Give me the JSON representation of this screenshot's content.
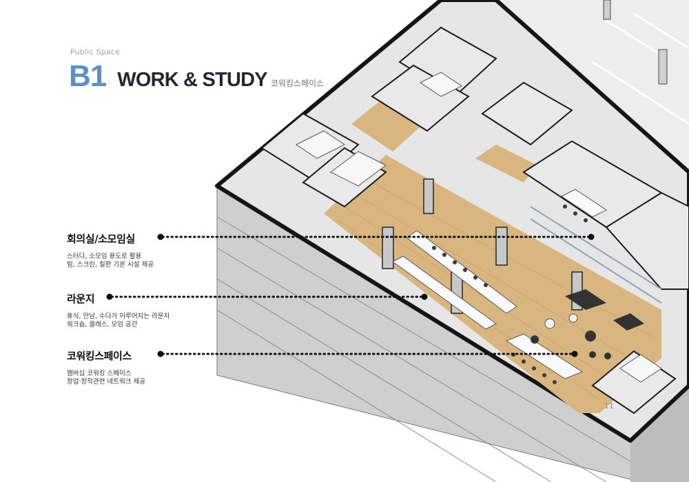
{
  "header": {
    "eyebrow": "Public Space",
    "level": "B1",
    "title": "WORK & STUDY",
    "subtitle": "코워킹스페이스"
  },
  "callouts": [
    {
      "name": "회의실/소모임실",
      "lines": [
        "스터디, 소모임 용도로 활용",
        "빔, 스크린, 칠판 기본 시설 제공"
      ]
    },
    {
      "name": "라운지",
      "lines": [
        "휴식, 만남, 수다가 이루어지는 라운지",
        "워크숍, 클래스, 모임 공간"
      ]
    },
    {
      "name": "코워킹스페이스",
      "lines": [
        "멤버십 코워킹 스페이스",
        "창업·창작관련 네트워크 제공"
      ]
    }
  ],
  "page_number": "11",
  "colors": {
    "accent": "#5b8fc9",
    "heading": "#1f2933",
    "wood_floor": "#d6b37e",
    "wall": "#e4e4e4",
    "outline": "#141414"
  }
}
